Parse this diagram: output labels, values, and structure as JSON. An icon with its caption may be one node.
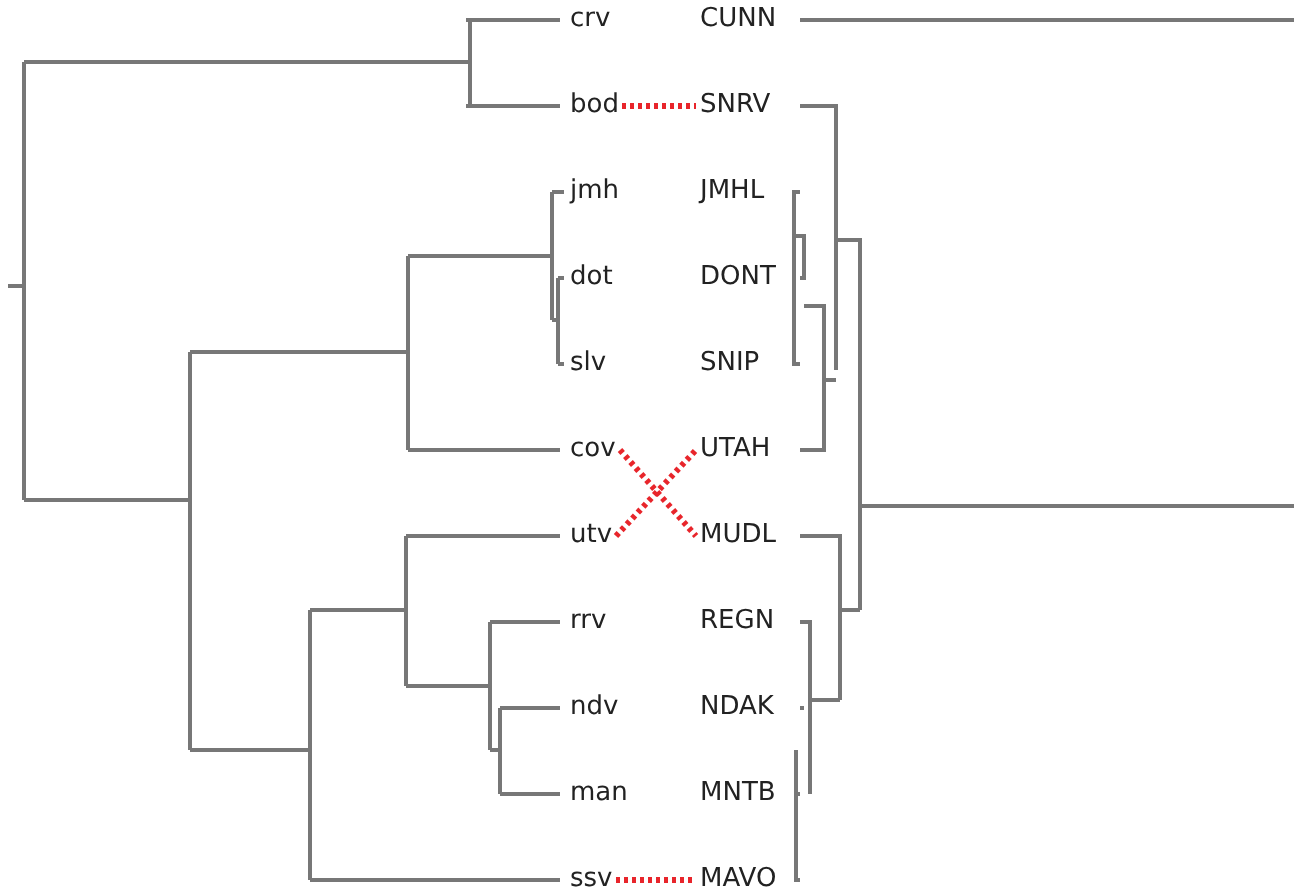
{
  "diagram": {
    "nodes": [
      {
        "text": [
          "crv"
        ]
      },
      {
        "text": [
          "bod"
        ]
      },
      {
        "text": [
          "jmh"
        ]
      },
      {
        "text": [
          "dot"
        ]
      },
      {
        "text": [
          "slv"
        ]
      },
      {
        "text": [
          "cov"
        ]
      },
      {
        "text": [
          "utv"
        ]
      },
      {
        "text": [
          "rrv"
        ]
      },
      {
        "text": [
          "ndv"
        ]
      },
      {
        "text": [
          "man"
        ]
      },
      {
        "text": [
          "ssv"
        ]
      },
      {
        "text": [
          "CUNN"
        ]
      },
      {
        "text": [
          "SNRV"
        ]
      },
      {
        "text": [
          "JMHL"
        ]
      },
      {
        "text": [
          "DONT"
        ]
      },
      {
        "text": [
          "SNIP"
        ]
      },
      {
        "text": [
          "UTAH"
        ]
      },
      {
        "text": [
          "MUDL"
        ]
      },
      {
        "text": [
          "REGN"
        ]
      },
      {
        "text": [
          "NDAK"
        ]
      },
      {
        "text": [
          "MNTB"
        ]
      },
      {
        "text": [
          "MAVO"
        ]
      }
    ],
    "edges": [
      {
        "from": 1,
        "to": 12,
        "arrow": "none",
        "style": "dashed",
        "color": "#e8252b"
      },
      {
        "from": 5,
        "to": 17,
        "arrow": "none",
        "style": "dashed",
        "color": "#e8252b"
      },
      {
        "from": 6,
        "to": 16,
        "arrow": "none",
        "style": "dashed",
        "color": "#e8252b"
      },
      {
        "from": 10,
        "to": 21,
        "arrow": "none",
        "style": "dashed",
        "color": "#e8252b"
      }
    ]
  }
}
